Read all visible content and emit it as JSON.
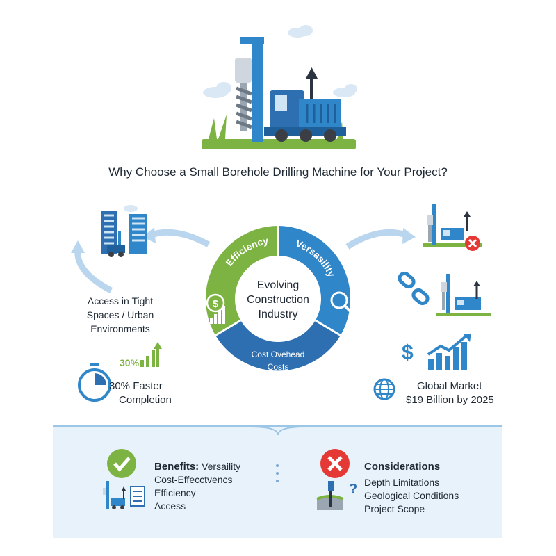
{
  "title": "Why Choose a Small Borehole Drilling Machine for Your Project?",
  "ring": {
    "efficiency": "Efficiency",
    "versatility": "Versasility",
    "bottom_line1": "Cost Ovehead",
    "bottom_line2": "Costs",
    "center_line1": "Evolving",
    "center_line2": "Construction",
    "center_line3": "Industry"
  },
  "left": {
    "access_line1": "Access in Tight",
    "access_line2": "Spaces / Urban",
    "access_line3": "Environments",
    "growth_pct": "30%",
    "faster_line1": "30% Faster",
    "faster_line2": "Completion"
  },
  "right": {
    "market_line1": "Global Market",
    "market_line2": "$19 Billion by 2025",
    "dollar": "$"
  },
  "benefits": {
    "heading": "Benefits:",
    "items": [
      "Versaility",
      "Cost-Effecctvencs",
      "Efficiency",
      "Access"
    ]
  },
  "considerations": {
    "heading": "Considerations",
    "items": [
      "Depth Limitations",
      "Geological Conditions",
      "Project Scope"
    ]
  },
  "colors": {
    "green": "#7cb342",
    "blue": "#2f86c8",
    "dark_blue": "#2d6fb0",
    "red": "#e53935",
    "panel": "#e8f2fa"
  }
}
